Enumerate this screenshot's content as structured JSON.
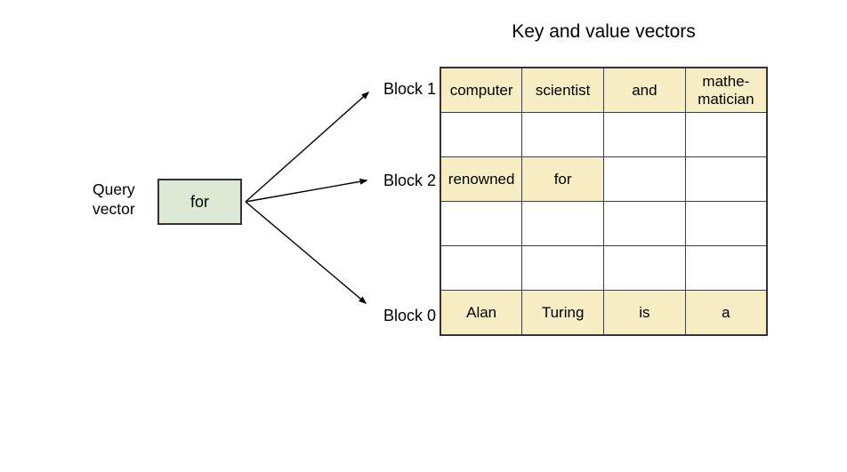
{
  "title": "Key and value vectors",
  "query_vector": {
    "label": "Query\nvector",
    "box_label": "for"
  },
  "block_labels": {
    "block1": "Block 1",
    "block2": "Block 2",
    "block0": "Block 0"
  },
  "table": {
    "rows": [
      {
        "cells": [
          {
            "text": "computer",
            "highlight": true
          },
          {
            "text": "scientist",
            "highlight": true
          },
          {
            "text": "and",
            "highlight": true
          },
          {
            "text": "mathe-\nmatician",
            "highlight": true
          }
        ]
      },
      {
        "cells": [
          {
            "text": "",
            "highlight": false
          },
          {
            "text": "",
            "highlight": false
          },
          {
            "text": "",
            "highlight": false
          },
          {
            "text": "",
            "highlight": false
          }
        ]
      },
      {
        "cells": [
          {
            "text": "renowned",
            "highlight": true
          },
          {
            "text": "for",
            "highlight": true
          },
          {
            "text": "",
            "highlight": false
          },
          {
            "text": "",
            "highlight": false
          }
        ]
      },
      {
        "cells": [
          {
            "text": "",
            "highlight": false
          },
          {
            "text": "",
            "highlight": false
          },
          {
            "text": "",
            "highlight": false
          },
          {
            "text": "",
            "highlight": false
          }
        ]
      },
      {
        "cells": [
          {
            "text": "",
            "highlight": false
          },
          {
            "text": "",
            "highlight": false
          },
          {
            "text": "",
            "highlight": false
          },
          {
            "text": "",
            "highlight": false
          }
        ]
      },
      {
        "cells": [
          {
            "text": "Alan",
            "highlight": true
          },
          {
            "text": "Turing",
            "highlight": true
          },
          {
            "text": "is",
            "highlight": true
          },
          {
            "text": "a",
            "highlight": true
          }
        ]
      }
    ]
  },
  "colors": {
    "highlight_fill": "#f8eec6",
    "query_box_fill": "#dde9d5",
    "border": "#333333",
    "text": "#000000",
    "background": "#ffffff"
  }
}
